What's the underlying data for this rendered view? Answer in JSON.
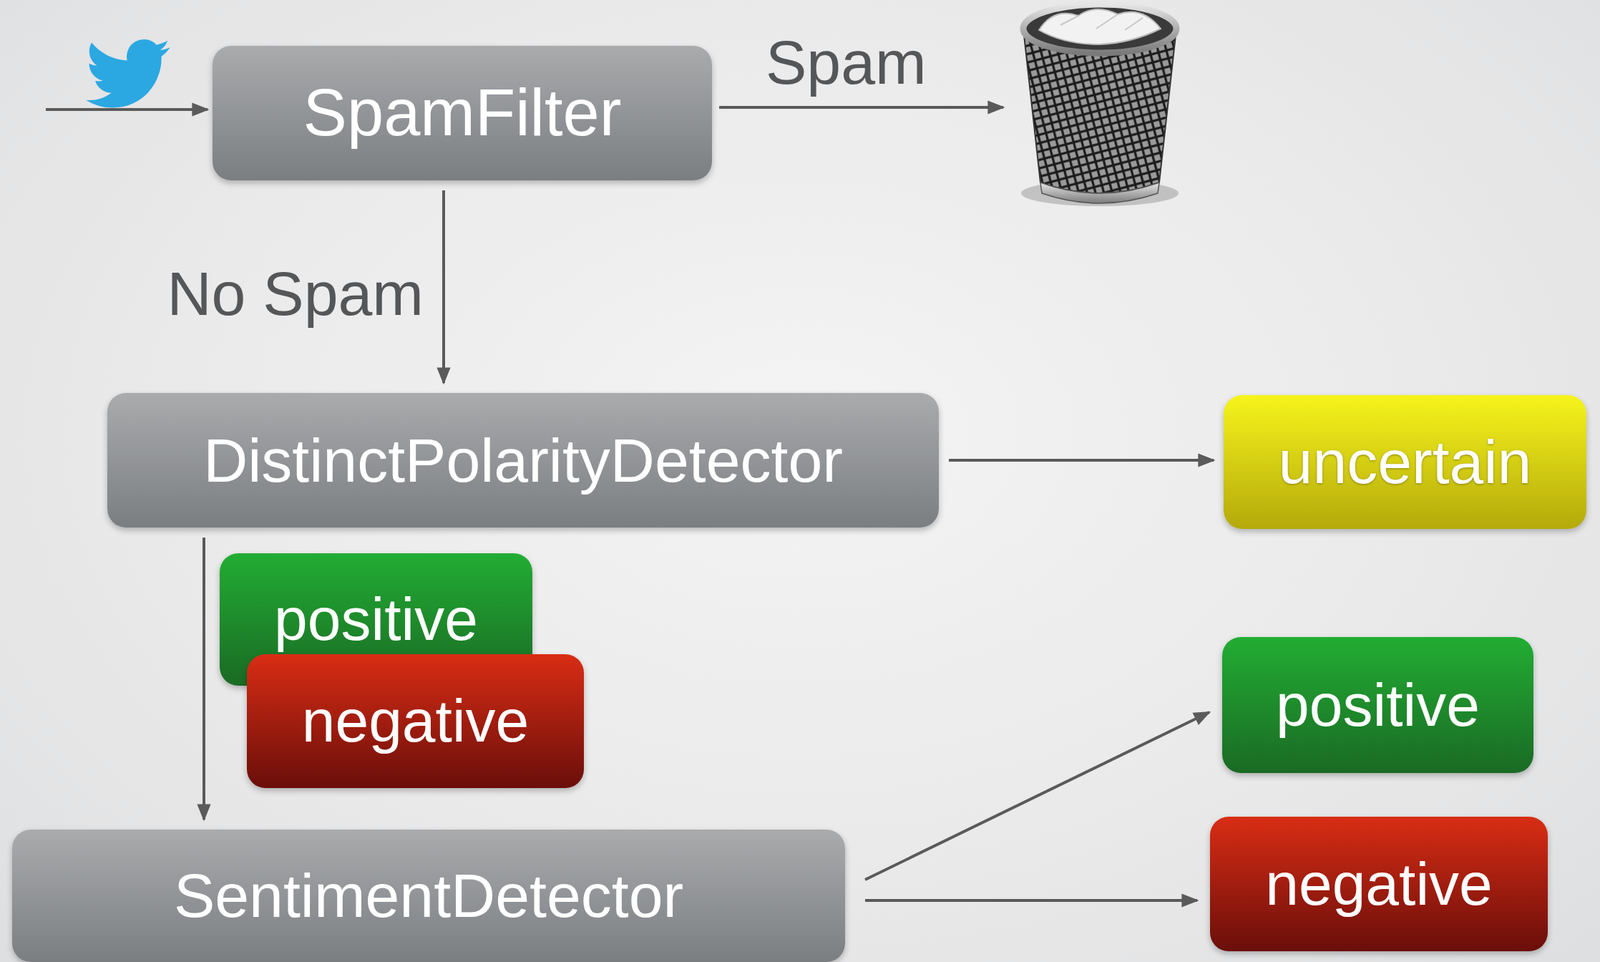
{
  "diagram": {
    "nodes": [
      {
        "text": [
          "SpamFilter"
        ]
      },
      {
        "text": [
          "DistinctPolarityDetector"
        ]
      },
      {
        "text": [
          "uncertain"
        ]
      },
      {
        "text": [
          "positive"
        ]
      },
      {
        "text": [
          "negative"
        ]
      },
      {
        "text": [
          "SentimentDetector"
        ]
      },
      {
        "text": [
          "positive"
        ]
      },
      {
        "text": [
          "negative"
        ]
      }
    ],
    "edges": [
      {
        "from": 0,
        "to": 1,
        "arrow": "to",
        "label": "No Spam"
      },
      {
        "from": 1,
        "to": 2,
        "arrow": "to"
      },
      {
        "from": 1,
        "to": 5,
        "arrow": "to"
      },
      {
        "from": 5,
        "to": 6,
        "arrow": "to"
      },
      {
        "from": 5,
        "to": 7,
        "arrow": "to"
      }
    ],
    "labels": [
      "Spam"
    ]
  }
}
